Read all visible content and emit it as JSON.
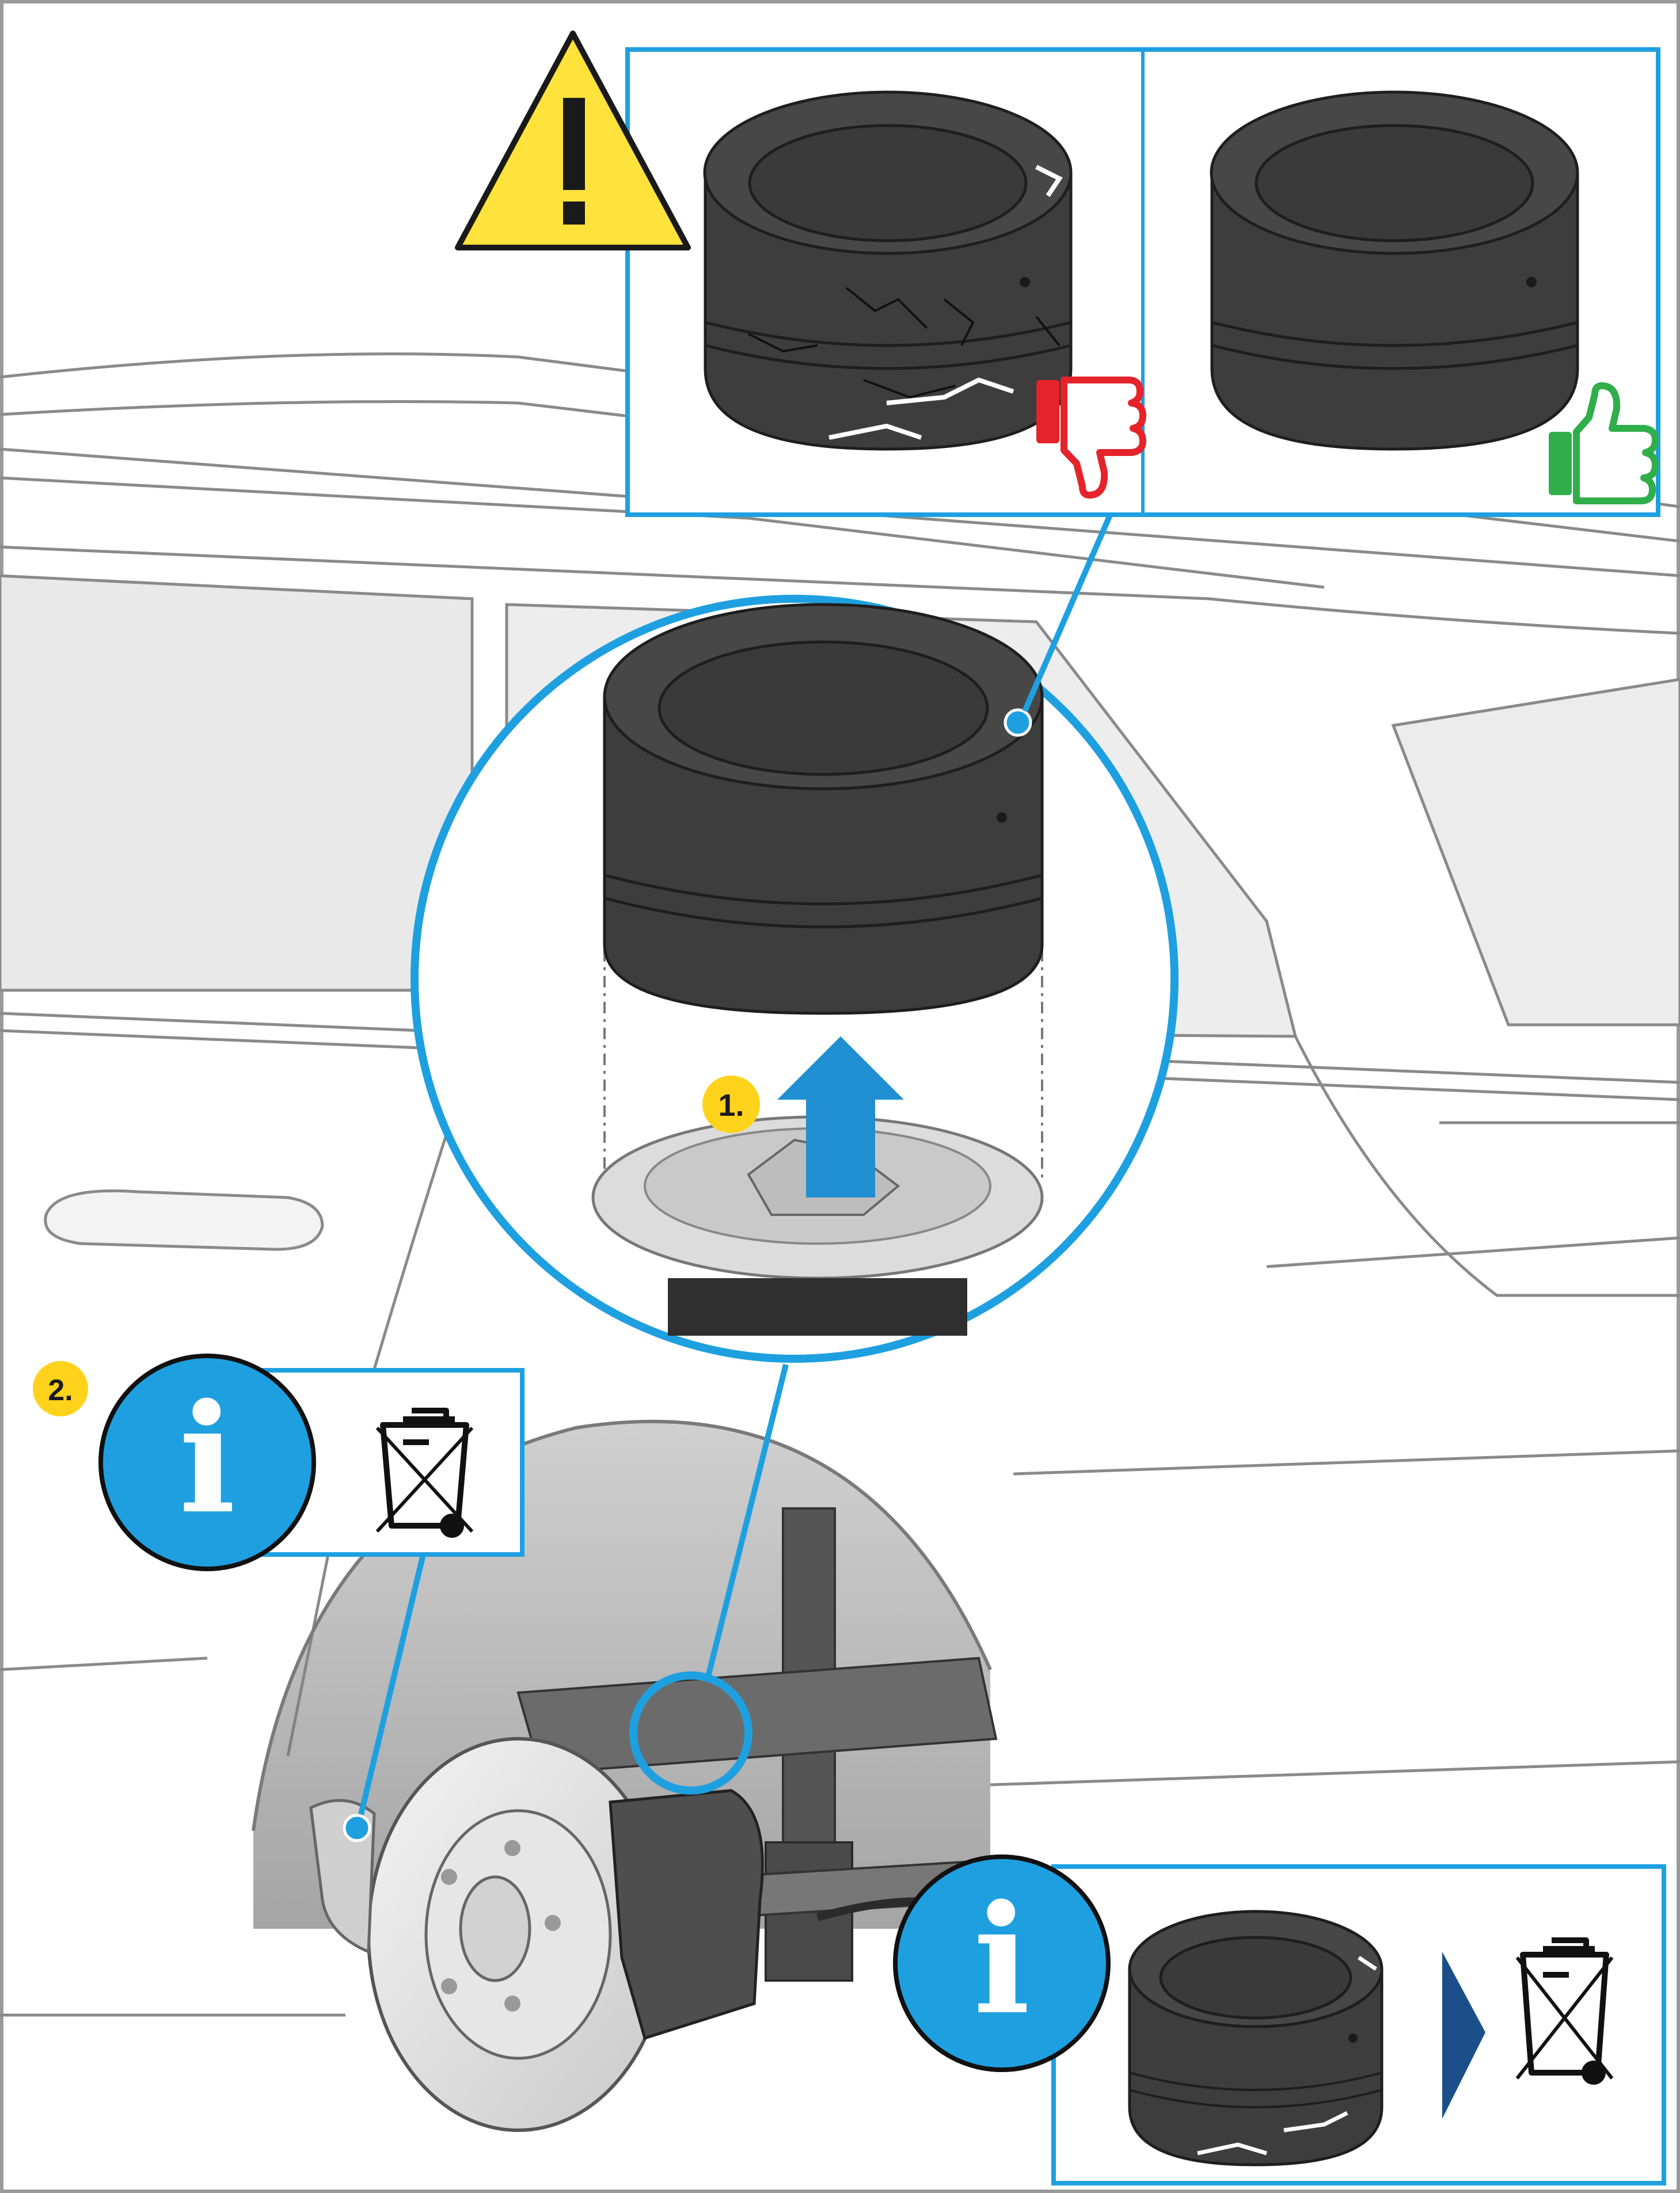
{
  "colors": {
    "accent_blue": "#1ea0e0",
    "warning_yellow": "#ffe23b",
    "bad_red": "#e4232b",
    "good_green": "#2fae4a",
    "step_badge_yellow": "#ffd21c",
    "rubber_dark": "#3d3d3d",
    "arrow_blue": "#1f8fd1",
    "chevron_navy": "#1b4f8a"
  },
  "steps": {
    "step1": "1.",
    "step2": "2."
  },
  "icons": {
    "warning": "warning-triangle-icon",
    "thumbs_down": "thumbs-down-icon",
    "thumbs_up": "thumbs-up-icon",
    "info": "info-icon",
    "waste_bin": "crossed-out-bin-icon",
    "next": "chevron-right-icon",
    "lift_arrow": "arrow-up-icon"
  },
  "info_glyph": "i"
}
